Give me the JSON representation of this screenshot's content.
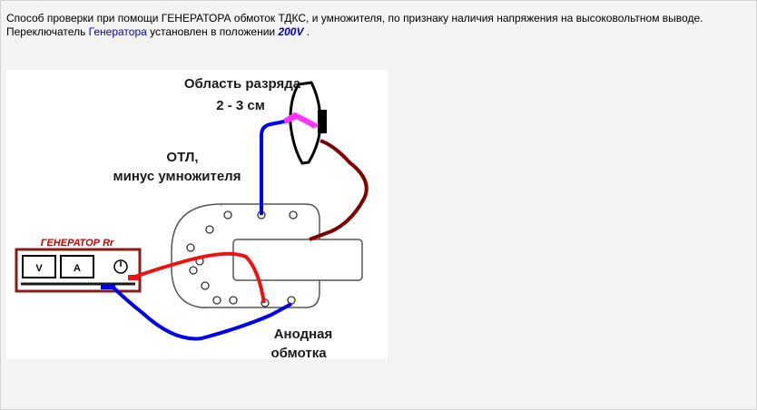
{
  "description": {
    "line1": "Способ проверки при помощи ГЕНЕРАТОРА обмоток ТДКС, и умножителя, по признаку наличия напряжения на высоковольтном выводе.",
    "line2_prefix": "Переключатель ",
    "line2_link": "Генератора",
    "line2_middle": " установлен в положении ",
    "line2_value": "200V",
    "line2_suffix": " ."
  },
  "diagram": {
    "label_discharge_line1": "Область разряда",
    "label_discharge_line2": "2 - 3 см",
    "label_otl_line1": "ОТЛ,",
    "label_otl_line2": "минус умножителя",
    "label_anode_line1": "Анодная",
    "label_anode_line2": "обмотка",
    "generator_title": "ГЕНЕРАТОР Rr",
    "meter_v": "V",
    "meter_a": "A",
    "colors": {
      "blue_wire": "#0000ee",
      "red_wire": "#ee1111",
      "dark_red_wire": "#800000",
      "magenta_spark": "#ff33ff",
      "generator_frame": "#8b1a1a",
      "generator_title": "#cc0000"
    }
  }
}
